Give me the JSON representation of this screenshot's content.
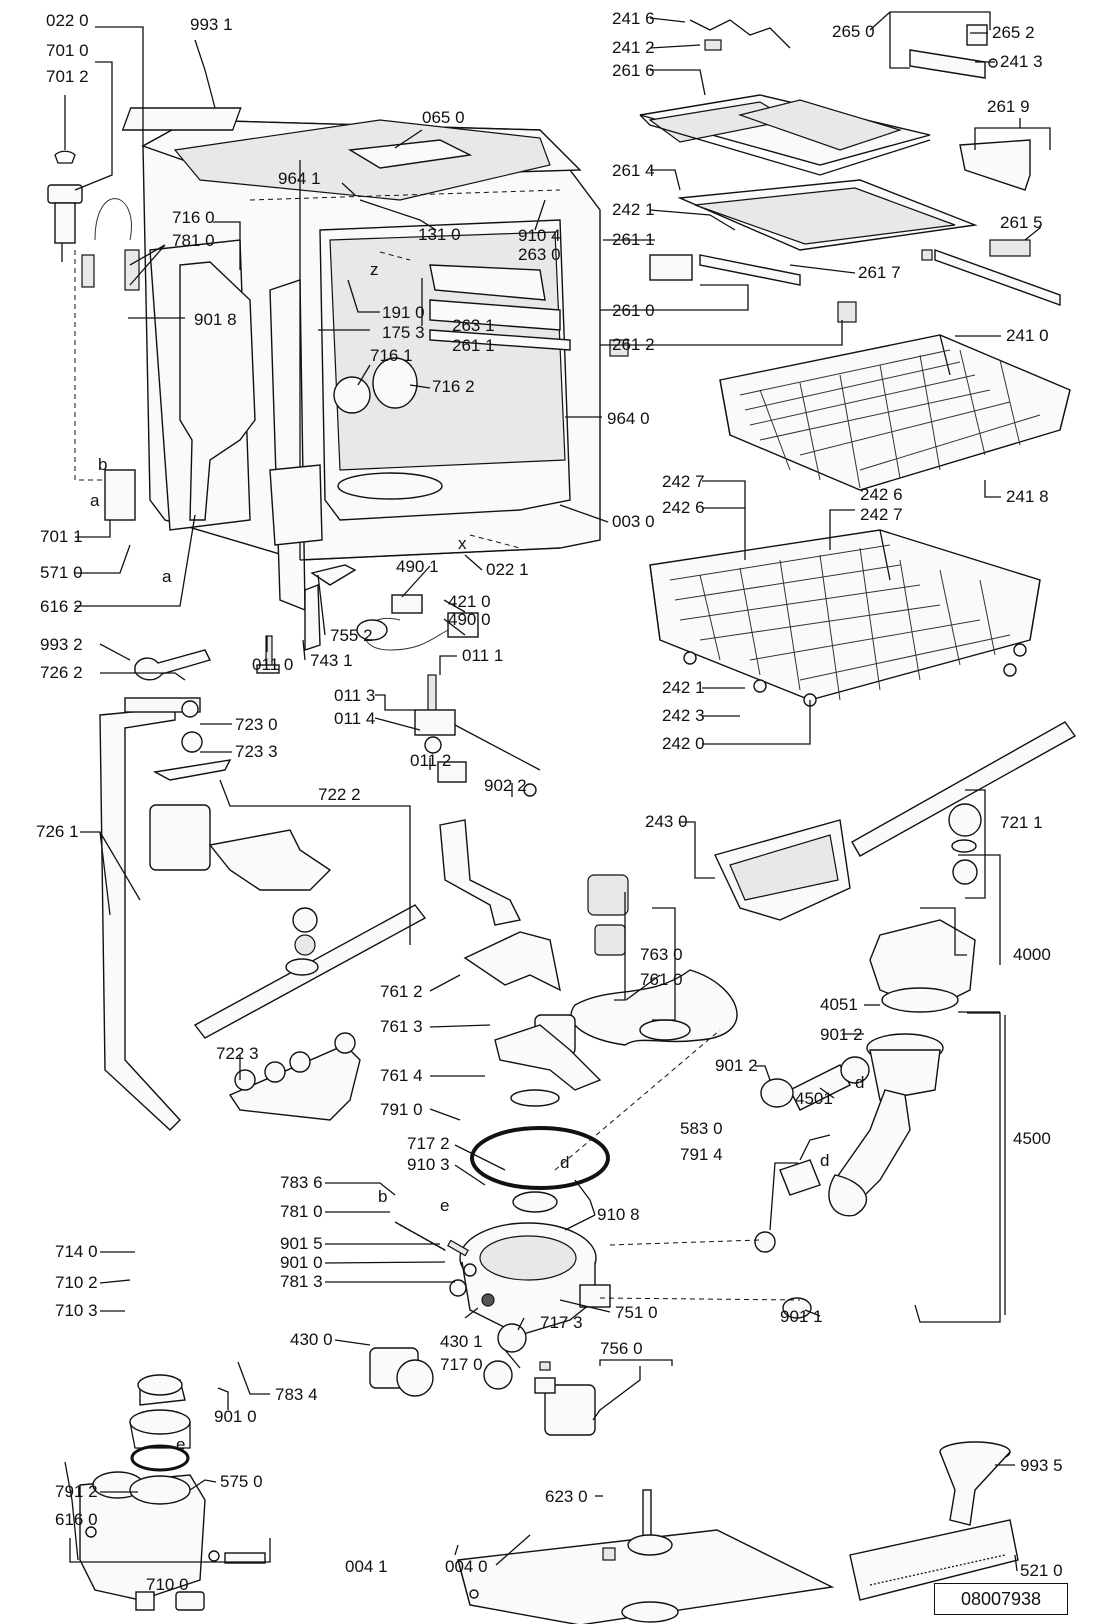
{
  "drawing_number": "08007938",
  "callouts": [
    {
      "id": "c-0220",
      "text": "022 0"
    },
    {
      "id": "c-9931",
      "text": "993 1"
    },
    {
      "id": "c-7010",
      "text": "701 0"
    },
    {
      "id": "c-7012",
      "text": "701 2"
    },
    {
      "id": "c-0650",
      "text": "065 0"
    },
    {
      "id": "c-9641",
      "text": "964 1"
    },
    {
      "id": "c-7160",
      "text": "716 0"
    },
    {
      "id": "c-7810a",
      "text": "781 0"
    },
    {
      "id": "c-1310",
      "text": "131 0"
    },
    {
      "id": "c-9104",
      "text": "910 4"
    },
    {
      "id": "c-2630",
      "text": "263 0"
    },
    {
      "id": "c-9018",
      "text": "901 8"
    },
    {
      "id": "c-1910",
      "text": "191 0"
    },
    {
      "id": "c-1753",
      "text": "175 3"
    },
    {
      "id": "c-2631",
      "text": "263 1"
    },
    {
      "id": "c-2611",
      "text": "261 1"
    },
    {
      "id": "c-7161",
      "text": "716 1"
    },
    {
      "id": "c-7162",
      "text": "716 2"
    },
    {
      "id": "c-9640",
      "text": "964 0"
    },
    {
      "id": "c-0030",
      "text": "003 0"
    },
    {
      "id": "c-7011",
      "text": "701 1"
    },
    {
      "id": "c-5710",
      "text": "571 0"
    },
    {
      "id": "c-6162",
      "text": "616 2"
    },
    {
      "id": "c-0221",
      "text": "022 1"
    },
    {
      "id": "c-4901",
      "text": "490 1"
    },
    {
      "id": "c-4210",
      "text": "421 0"
    },
    {
      "id": "c-4900",
      "text": "490 0"
    },
    {
      "id": "c-7552",
      "text": "755 2"
    },
    {
      "id": "c-7431",
      "text": "743 1"
    },
    {
      "id": "c-9932",
      "text": "993 2"
    },
    {
      "id": "c-0110",
      "text": "011 0"
    },
    {
      "id": "c-0111",
      "text": "011 1"
    },
    {
      "id": "c-0113",
      "text": "011 3"
    },
    {
      "id": "c-0114",
      "text": "011 4"
    },
    {
      "id": "c-0112",
      "text": "011 2"
    },
    {
      "id": "c-9022",
      "text": "902 2"
    },
    {
      "id": "c-7262",
      "text": "726 2"
    },
    {
      "id": "c-7230",
      "text": "723 0"
    },
    {
      "id": "c-7233",
      "text": "723 3"
    },
    {
      "id": "c-7222",
      "text": "722 2"
    },
    {
      "id": "c-7261",
      "text": "726 1"
    },
    {
      "id": "c-7612",
      "text": "761 2"
    },
    {
      "id": "c-7613",
      "text": "761 3"
    },
    {
      "id": "c-7614",
      "text": "761 4"
    },
    {
      "id": "c-7223",
      "text": "722 3"
    },
    {
      "id": "c-7910",
      "text": "791 0"
    },
    {
      "id": "c-7172",
      "text": "717 2"
    },
    {
      "id": "c-9103",
      "text": "910 3"
    },
    {
      "id": "c-7836",
      "text": "783 6"
    },
    {
      "id": "c-7810b",
      "text": "781 0"
    },
    {
      "id": "c-9015",
      "text": "901 5"
    },
    {
      "id": "c-9010a",
      "text": "901 0"
    },
    {
      "id": "c-7813",
      "text": "781 3"
    },
    {
      "id": "c-7140",
      "text": "714 0"
    },
    {
      "id": "c-7102",
      "text": "710 2"
    },
    {
      "id": "c-7103",
      "text": "710 3"
    },
    {
      "id": "c-4300",
      "text": "430 0"
    },
    {
      "id": "c-4301",
      "text": "430 1"
    },
    {
      "id": "c-7173",
      "text": "717 3"
    },
    {
      "id": "c-7170",
      "text": "717 0"
    },
    {
      "id": "c-7560",
      "text": "756 0"
    },
    {
      "id": "c-7510",
      "text": "751 0"
    },
    {
      "id": "c-9108",
      "text": "910 8"
    },
    {
      "id": "c-7834",
      "text": "783 4"
    },
    {
      "id": "c-9010b",
      "text": "901 0"
    },
    {
      "id": "c-7912",
      "text": "791 2"
    },
    {
      "id": "c-5750",
      "text": "575 0"
    },
    {
      "id": "c-6160",
      "text": "616 0"
    },
    {
      "id": "c-7100",
      "text": "710 0"
    },
    {
      "id": "c-6230",
      "text": "623 0"
    },
    {
      "id": "c-0041",
      "text": "004 1"
    },
    {
      "id": "c-0040",
      "text": "004 0"
    },
    {
      "id": "c-2416",
      "text": "241 6"
    },
    {
      "id": "c-2412",
      "text": "241 2"
    },
    {
      "id": "c-2616",
      "text": "261 6"
    },
    {
      "id": "c-2650",
      "text": "265 0"
    },
    {
      "id": "c-2652",
      "text": "265 2"
    },
    {
      "id": "c-2413",
      "text": "241 3"
    },
    {
      "id": "c-2619",
      "text": "261 9"
    },
    {
      "id": "c-2614",
      "text": "261 4"
    },
    {
      "id": "c-2421a",
      "text": "242 1"
    },
    {
      "id": "c-2611b",
      "text": "261 1"
    },
    {
      "id": "c-2615",
      "text": "261 5"
    },
    {
      "id": "c-2617",
      "text": "261 7"
    },
    {
      "id": "c-2610",
      "text": "261 0"
    },
    {
      "id": "c-2612",
      "text": "261 2"
    },
    {
      "id": "c-2410",
      "text": "241 0"
    },
    {
      "id": "c-2418",
      "text": "241 8"
    },
    {
      "id": "c-2427a",
      "text": "242 7"
    },
    {
      "id": "c-2426a",
      "text": "242 6"
    },
    {
      "id": "c-2426b",
      "text": "242 6"
    },
    {
      "id": "c-2427b",
      "text": "242 7"
    },
    {
      "id": "c-2421b",
      "text": "242 1"
    },
    {
      "id": "c-2423",
      "text": "242 3"
    },
    {
      "id": "c-2420",
      "text": "242 0"
    },
    {
      "id": "c-7211",
      "text": "721 1"
    },
    {
      "id": "c-2430",
      "text": "243 0"
    },
    {
      "id": "c-7630",
      "text": "763 0"
    },
    {
      "id": "c-7610",
      "text": "761 0"
    },
    {
      "id": "c-4000",
      "text": "4000"
    },
    {
      "id": "c-4051",
      "text": "4051"
    },
    {
      "id": "c-9012a",
      "text": "901 2"
    },
    {
      "id": "c-9012b",
      "text": "901 2"
    },
    {
      "id": "c-4501",
      "text": "4501"
    },
    {
      "id": "c-5830",
      "text": "583 0"
    },
    {
      "id": "c-7914",
      "text": "791 4"
    },
    {
      "id": "c-4500",
      "text": "4500"
    },
    {
      "id": "c-9011",
      "text": "901 1"
    },
    {
      "id": "c-9935",
      "text": "993 5"
    },
    {
      "id": "c-5210",
      "text": "521 0"
    }
  ],
  "connector_letters": [
    "b",
    "a",
    "a",
    "b",
    "z",
    "x",
    "e",
    "e",
    "d",
    "d",
    "d"
  ]
}
